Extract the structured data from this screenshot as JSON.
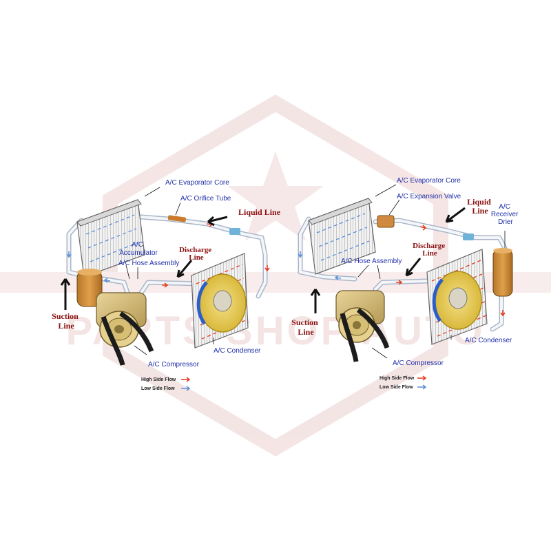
{
  "watermark": {
    "text": "PARTS SHOP AUTO",
    "color": "#e7c9c9"
  },
  "colors": {
    "high_side": "#e53b1e",
    "low_side": "#5b8fd8",
    "label_blue": "#1f2fa8",
    "label_red": "#8a1010"
  },
  "left_diagram": {
    "labels": {
      "evaporator": "A/C Evaporator Core",
      "orifice": "A/C Orifice Tube",
      "liquid_line": "Liquid Line",
      "accumulator_1": "A/C",
      "accumulator_2": "Accumulator",
      "discharge_1": "Discharge",
      "discharge_2": "Line",
      "hose": "A/C Hose Assembly",
      "suction_1": "Suction",
      "suction_2": "Line",
      "condenser": "A/C Condenser",
      "compressor": "A/C Compressor"
    },
    "legend": {
      "high": "High Side Flow",
      "low": "Low Side Flow"
    }
  },
  "right_diagram": {
    "labels": {
      "evaporator": "A/C Evaporator Core",
      "expansion": "A/C Expansion Valve",
      "liquid_1": "Liquid",
      "liquid_2": "Line",
      "receiver_1": "A/C",
      "receiver_2": "Receiver",
      "receiver_3": "Drier",
      "discharge_1": "Discharge",
      "discharge_2": "Line",
      "hose": "A/C Hose Assembly",
      "suction_1": "Suction",
      "suction_2": "Line",
      "condenser": "A/C Condenser",
      "compressor": "A/C Compressor"
    },
    "legend": {
      "high": "High Side Flow",
      "low": "Low Side Flow"
    }
  }
}
